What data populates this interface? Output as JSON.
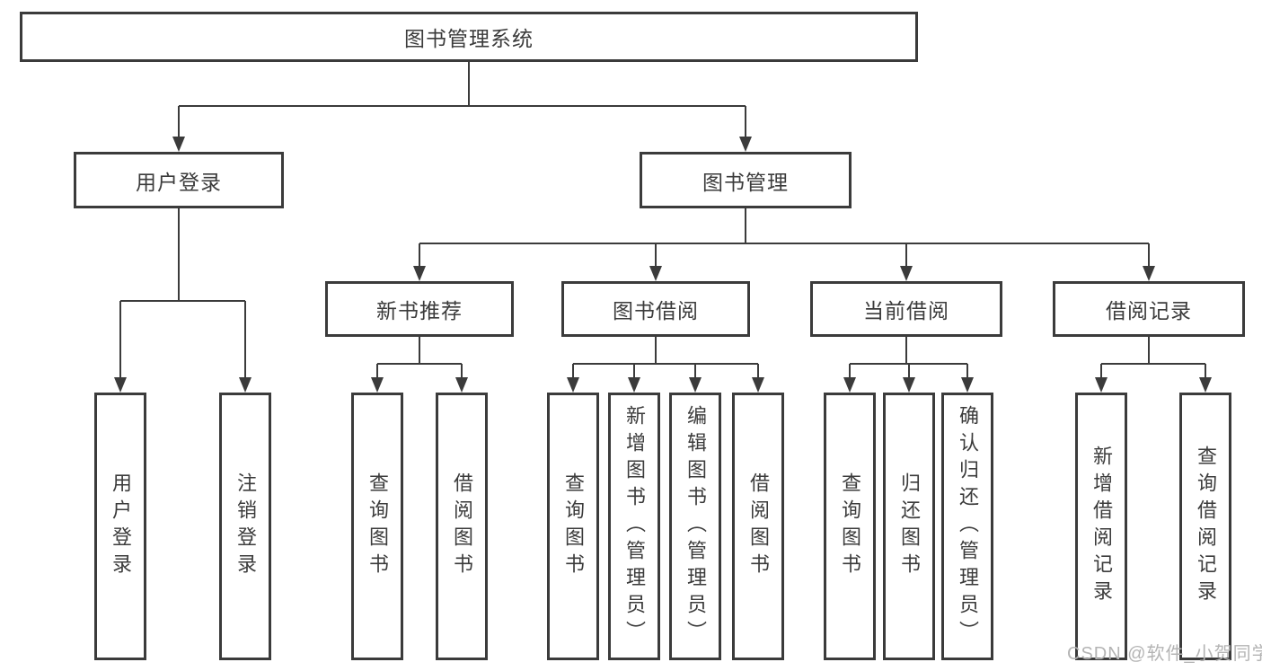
{
  "diagram": {
    "root": {
      "label": "图书管理系统"
    },
    "level2": [
      {
        "label": "用户登录"
      },
      {
        "label": "图书管理"
      }
    ],
    "level3": [
      {
        "label": "新书推荐"
      },
      {
        "label": "图书借阅"
      },
      {
        "label": "当前借阅"
      },
      {
        "label": "借阅记录"
      }
    ],
    "leaves": {
      "user_login": [
        {
          "label": "用户登录"
        },
        {
          "label": "注销登录"
        }
      ],
      "new_books": [
        {
          "label": "查询图书"
        },
        {
          "label": "借阅图书"
        }
      ],
      "book_borrow": [
        {
          "label": "查询图书"
        },
        {
          "label": "新增图书（管理员）"
        },
        {
          "label": "编辑图书（管理员）"
        },
        {
          "label": "借阅图书"
        }
      ],
      "current_borrow": [
        {
          "label": "查询图书"
        },
        {
          "label": "归还图书"
        },
        {
          "label": "确认归还（管理员）"
        }
      ],
      "borrow_records": [
        {
          "label": "新增借阅记录"
        },
        {
          "label": "查询借阅记录"
        }
      ]
    }
  },
  "watermark": {
    "text": "CSDN @软件_小贺同学"
  },
  "colors": {
    "line": "#3b3b3b",
    "text": "#3b3b3b",
    "watermark": "#b4b4b4",
    "background": "#ffffff"
  }
}
